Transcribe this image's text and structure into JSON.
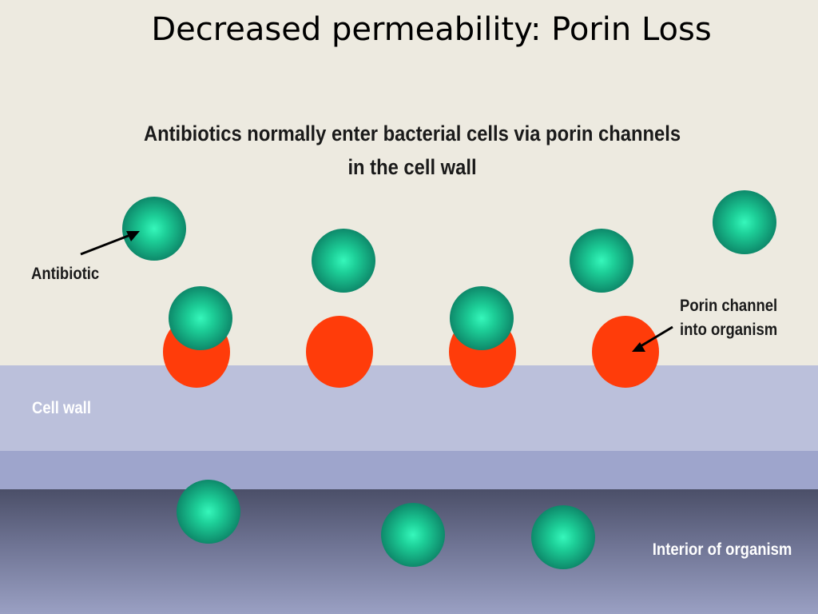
{
  "title": "Decreased permeability: Porin Loss",
  "subtitle": {
    "line1": "Antibiotics normally enter bacterial cells via porin channels",
    "line2": "in the cell wall"
  },
  "labels": {
    "antibiotic": "Antibiotic",
    "porin_line1": "Porin channel",
    "porin_line2": "into organism",
    "cell_wall": "Cell wall",
    "interior": "Interior of organism"
  },
  "colors": {
    "background": "#edeae0",
    "cell_wall": "#bbc0db",
    "porin": "#ff3c0a",
    "antibiotic": "#12a07a",
    "antibiotic_highlight": "#2ff0b0"
  }
}
